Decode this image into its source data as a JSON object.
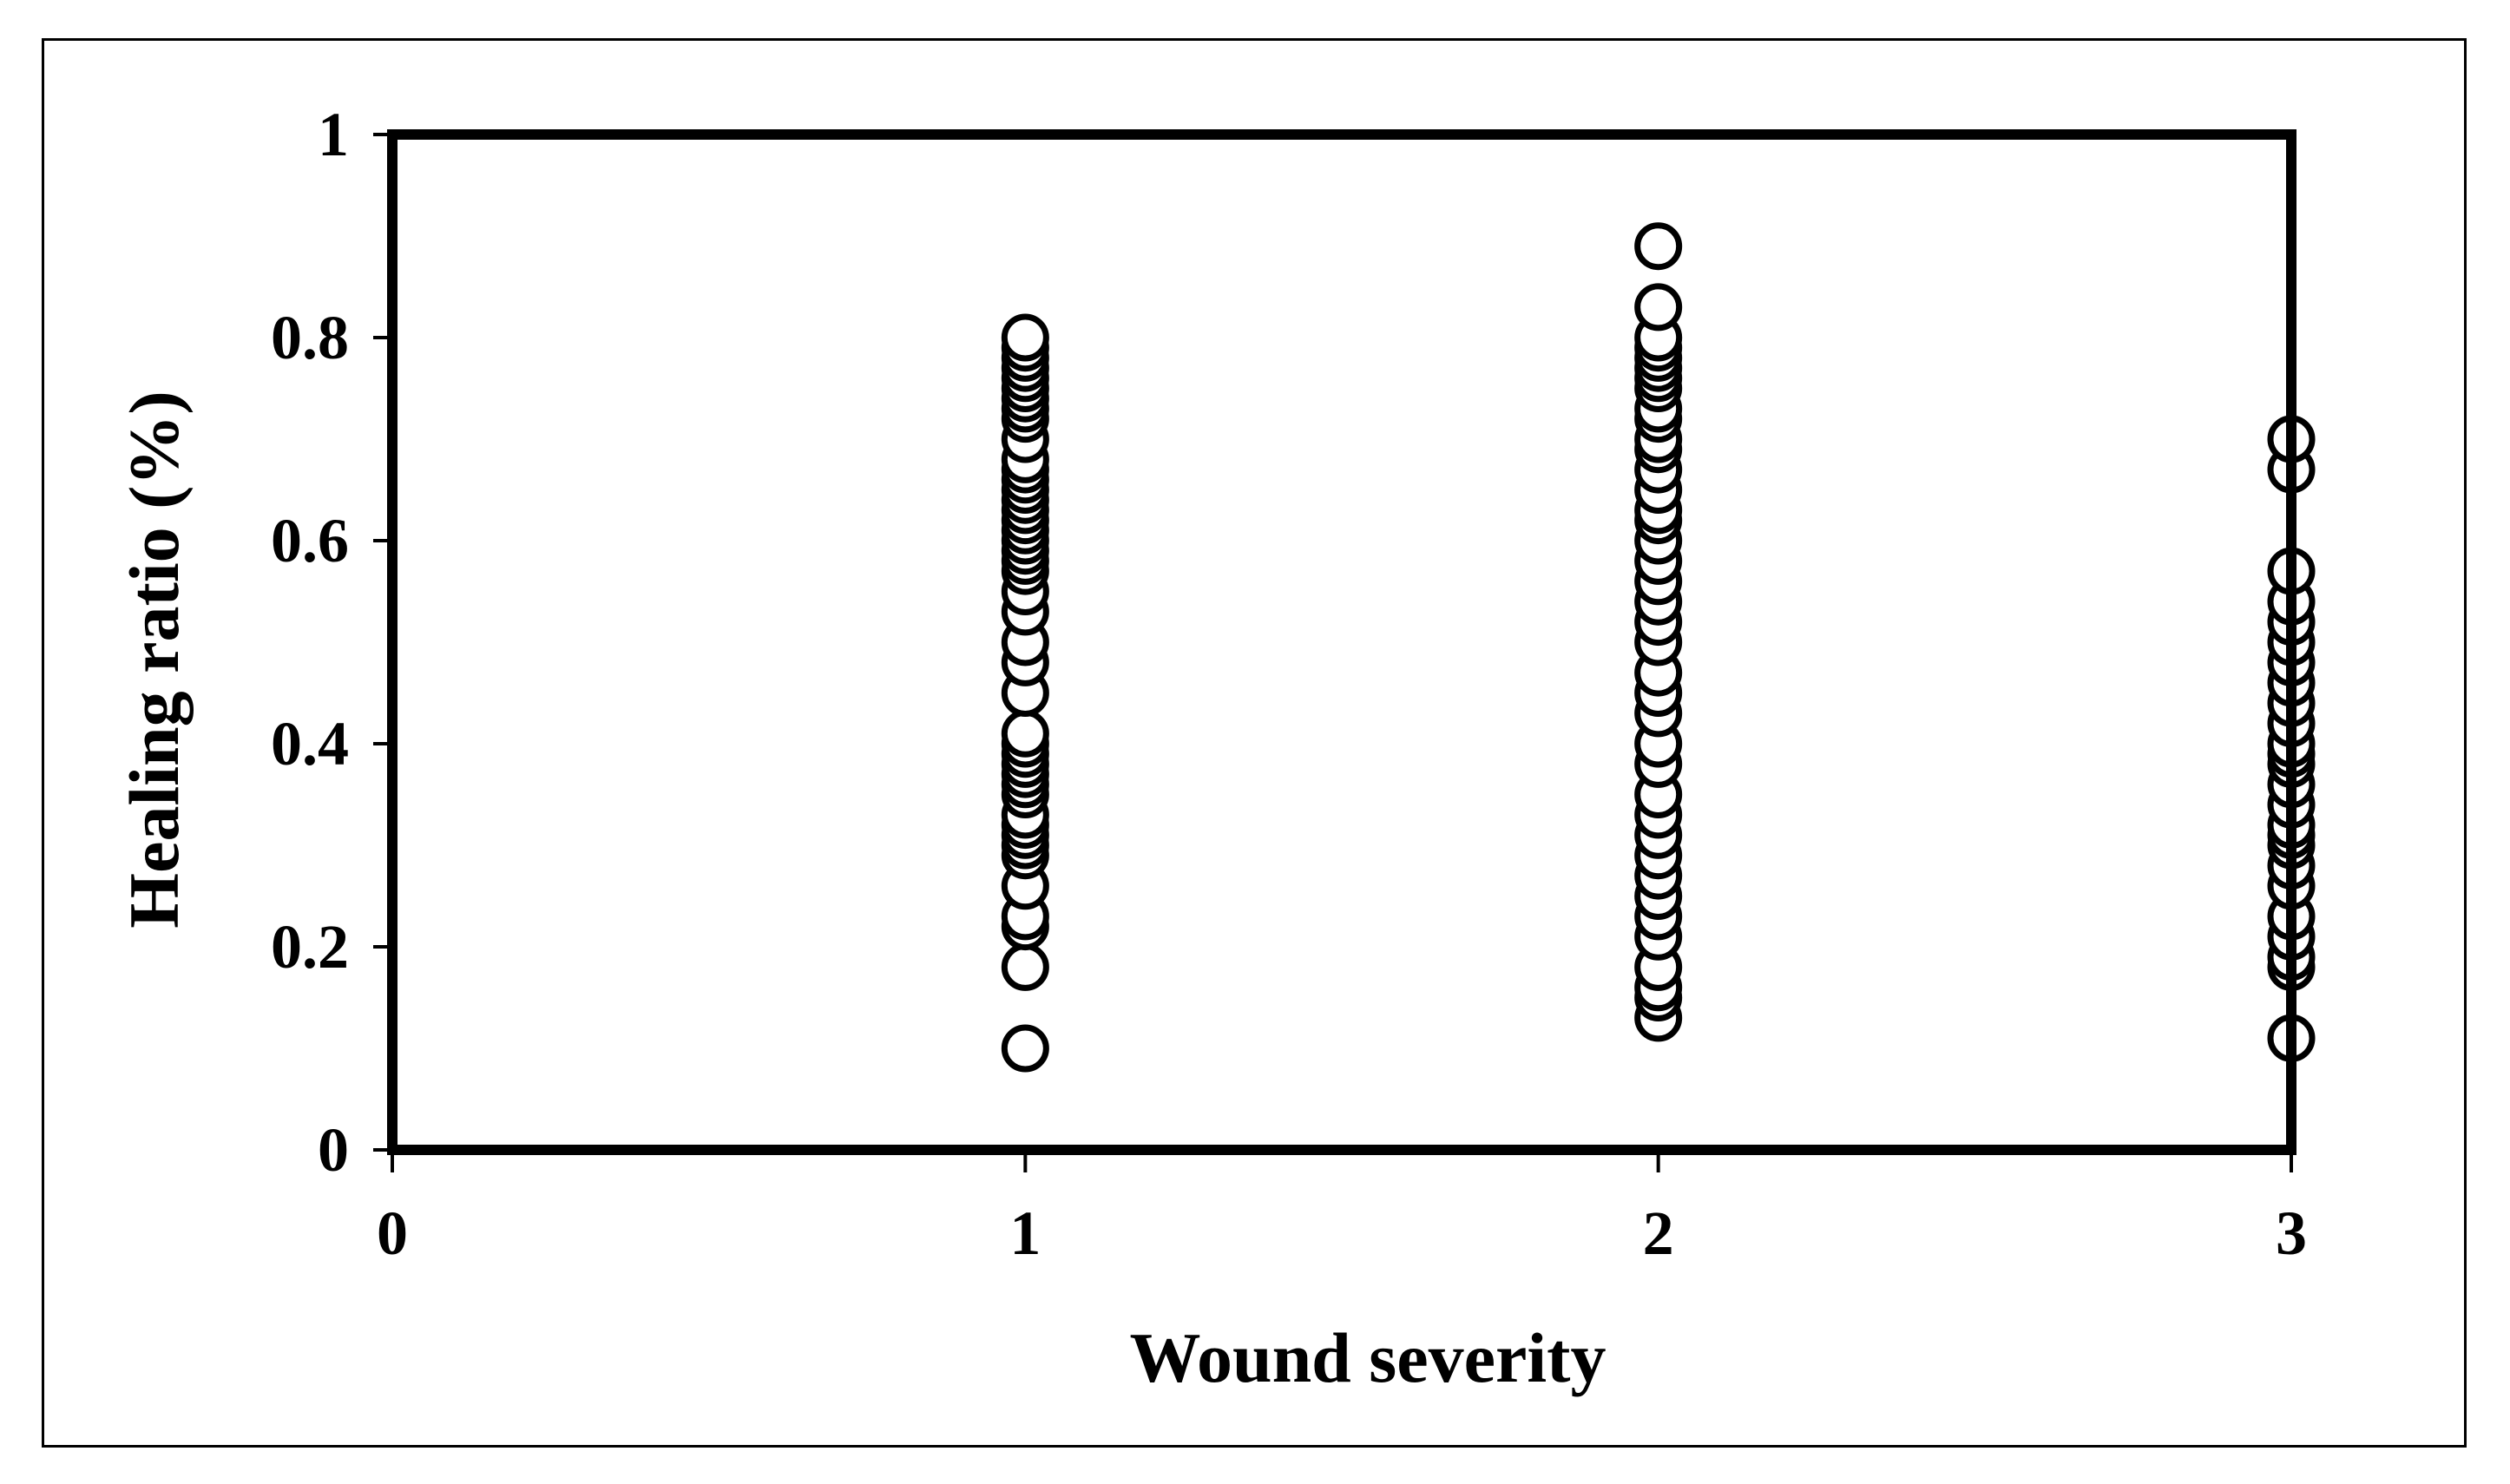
{
  "chart_data": {
    "type": "scatter",
    "title": "",
    "xlabel": "Wound severity",
    "ylabel": "Healing ratio (%)",
    "xlim": [
      0,
      3
    ],
    "ylim": [
      0,
      1
    ],
    "x_ticks": [
      "0",
      "1",
      "2",
      "3"
    ],
    "y_ticks": [
      "0",
      "0.2",
      "0.4",
      "0.6",
      "0.8",
      "1"
    ],
    "grid": false,
    "legend": "none",
    "marker": "open-circle",
    "marker_color": "#000000",
    "series": [
      {
        "x": [
          1,
          1,
          1,
          1,
          1,
          1,
          1,
          1,
          1,
          1,
          1,
          1,
          1,
          1,
          1,
          1,
          1,
          1,
          1,
          1,
          1,
          1,
          1,
          1,
          1,
          1,
          1,
          1,
          1,
          1,
          1,
          1,
          1,
          1,
          1,
          1,
          1,
          1,
          1,
          1,
          1,
          1,
          1,
          1
        ],
        "y": [
          0.1,
          0.18,
          0.22,
          0.23,
          0.26,
          0.29,
          0.3,
          0.31,
          0.32,
          0.33,
          0.35,
          0.36,
          0.37,
          0.38,
          0.39,
          0.4,
          0.41,
          0.45,
          0.48,
          0.5,
          0.53,
          0.55,
          0.57,
          0.58,
          0.59,
          0.6,
          0.61,
          0.62,
          0.63,
          0.64,
          0.65,
          0.66,
          0.67,
          0.68,
          0.7,
          0.72,
          0.73,
          0.74,
          0.75,
          0.76,
          0.77,
          0.78,
          0.79,
          0.8
        ]
      },
      {
        "x": [
          2,
          2,
          2,
          2,
          2,
          2,
          2,
          2,
          2,
          2,
          2,
          2,
          2,
          2,
          2,
          2,
          2,
          2,
          2,
          2,
          2,
          2,
          2,
          2,
          2,
          2,
          2,
          2,
          2,
          2,
          2,
          2,
          2,
          2,
          2,
          2,
          2,
          2,
          2
        ],
        "y": [
          0.13,
          0.15,
          0.16,
          0.18,
          0.21,
          0.23,
          0.25,
          0.27,
          0.29,
          0.31,
          0.33,
          0.35,
          0.38,
          0.4,
          0.43,
          0.45,
          0.47,
          0.5,
          0.52,
          0.54,
          0.56,
          0.58,
          0.6,
          0.62,
          0.63,
          0.65,
          0.67,
          0.69,
          0.7,
          0.72,
          0.73,
          0.75,
          0.76,
          0.77,
          0.78,
          0.79,
          0.8,
          0.83,
          0.89
        ]
      },
      {
        "x": [
          3,
          3,
          3,
          3,
          3,
          3,
          3,
          3,
          3,
          3,
          3,
          3,
          3,
          3,
          3,
          3,
          3,
          3,
          3,
          3,
          3,
          3,
          3,
          3,
          3
        ],
        "y": [
          0.11,
          0.18,
          0.19,
          0.21,
          0.23,
          0.26,
          0.28,
          0.3,
          0.31,
          0.32,
          0.34,
          0.36,
          0.38,
          0.39,
          0.4,
          0.42,
          0.44,
          0.46,
          0.48,
          0.5,
          0.52,
          0.54,
          0.57,
          0.67,
          0.7
        ]
      }
    ]
  }
}
